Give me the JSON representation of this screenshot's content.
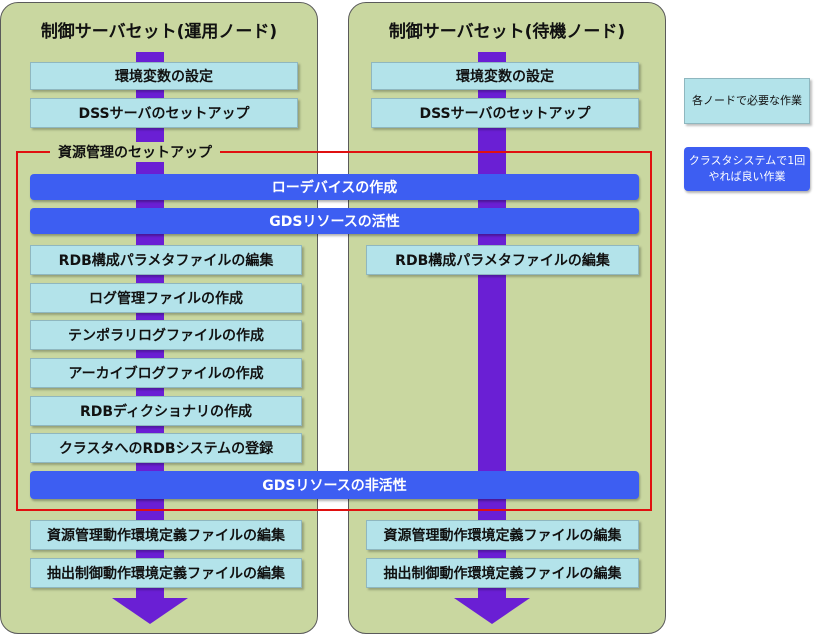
{
  "columns": {
    "active": {
      "title": "制御サーバセット(運用ノード)",
      "pre_steps": [
        "環境変数の設定",
        "DSSサーバのセットアップ"
      ],
      "rdb_steps": [
        "RDB構成パラメタファイルの編集",
        "ログ管理ファイルの作成",
        "テンポラリログファイルの作成",
        "アーカイブログファイルの作成",
        "RDBディクショナリの作成",
        "クラスタへのRDBシステムの登録"
      ],
      "post_steps": [
        "資源管理動作環境定義ファイルの編集",
        "抽出制御動作環境定義ファイルの編集"
      ]
    },
    "standby": {
      "title": "制御サーバセット(待機ノード)",
      "pre_steps": [
        "環境変数の設定",
        "DSSサーバのセットアップ"
      ],
      "rdb_steps": [
        "RDB構成パラメタファイルの編集"
      ],
      "post_steps": [
        "資源管理動作環境定義ファイルの編集",
        "抽出制御動作環境定義ファイルの編集"
      ]
    }
  },
  "resource_group": {
    "label": "資源管理のセットアップ",
    "shared_steps": [
      "ローデバイスの作成",
      "GDSリソースの活性",
      "GDSリソースの非活性"
    ]
  },
  "legend": {
    "per_node": "各ノードで必要な作業",
    "once": "クラスタシステムで1回やれば良い作業"
  },
  "colors": {
    "column_bg": "#c9d7a0",
    "trunk": "#6a1fd4",
    "per_node_box": "#b3e3ea",
    "shared_box": "#3d5ef2",
    "group_frame": "#e01010"
  }
}
